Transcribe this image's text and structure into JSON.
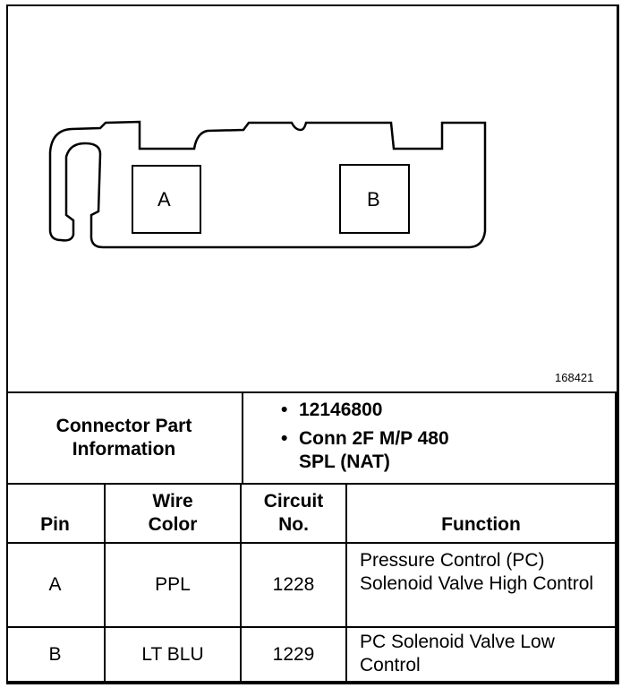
{
  "diagram": {
    "pin_labels": [
      "A",
      "B"
    ],
    "figure_number": "168421"
  },
  "connector_info": {
    "label": "Connector Part Information",
    "items": [
      "12146800",
      "Conn 2F M/P 480 SPL (NAT)"
    ]
  },
  "table": {
    "headers": [
      "Pin",
      "Wire Color",
      "Circuit No.",
      "Function"
    ],
    "rows": [
      {
        "pin": "A",
        "wire_color": "PPL",
        "circuit": "1228",
        "function": "Pressure Control (PC) Solenoid Valve High Control"
      },
      {
        "pin": "B",
        "wire_color": "LT BLU",
        "circuit": "1229",
        "function": "PC Solenoid Valve Low Control"
      }
    ]
  }
}
